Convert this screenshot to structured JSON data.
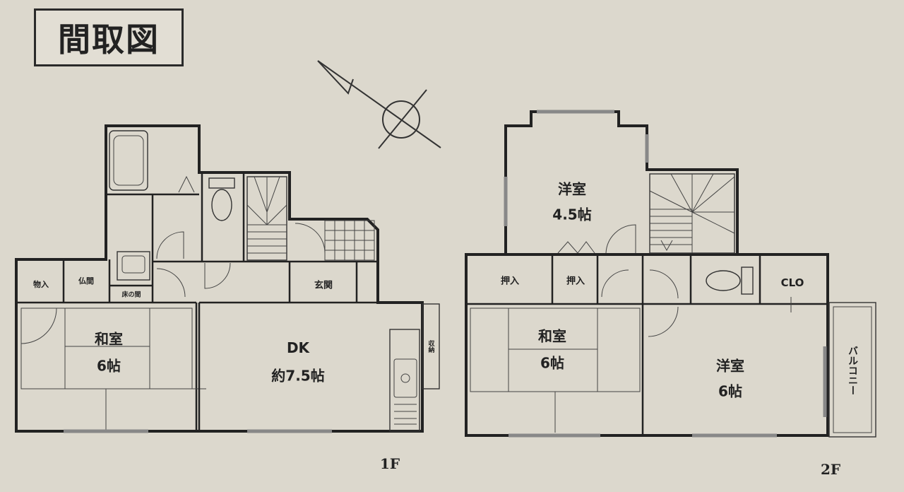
{
  "title": "間取図",
  "floors": {
    "first": {
      "label": "1F",
      "rooms": {
        "washitsu_name": "和室",
        "washitsu_size": "6帖",
        "oshiire": "物入",
        "butsuma": "仏間",
        "tokonoma": "床の間",
        "dk_name": "DK",
        "dk_size": "約7.5帖",
        "genkan": "玄関",
        "storage_small": "収納"
      }
    },
    "second": {
      "label": "2F",
      "rooms": {
        "youshitsu_a_name": "洋室",
        "youshitsu_a_size": "4.5帖",
        "oshiire_a": "押入",
        "oshiire_b": "押入",
        "washitsu_name": "和室",
        "washitsu_size": "6帖",
        "clo": "CLO",
        "youshitsu_b_name": "洋室",
        "youshitsu_b_size": "6帖",
        "balcony": "バルコニー"
      }
    }
  },
  "compass": "north-arrow-icon"
}
